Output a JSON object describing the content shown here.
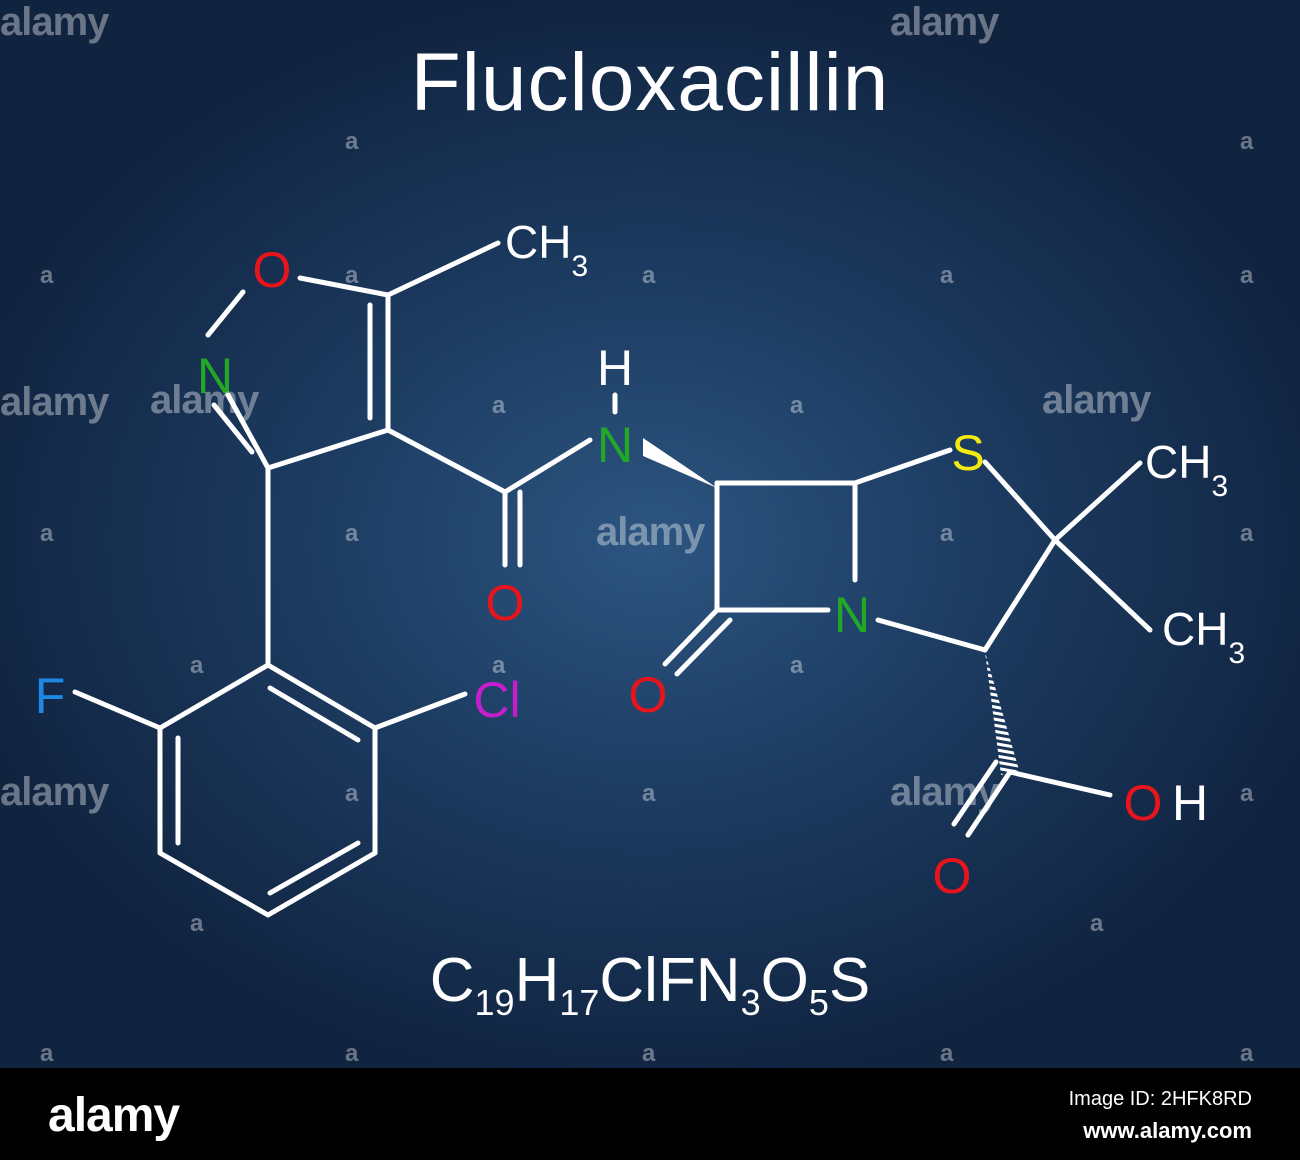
{
  "title": "Flucloxacillin",
  "formula": {
    "parts": [
      "C",
      "19",
      "H",
      "17",
      "ClFN",
      "3",
      "O",
      "5",
      "S"
    ]
  },
  "atoms": {
    "isoxazole_o": "O",
    "isoxazole_n": "N",
    "amide_n": "N",
    "amide_h": "H",
    "amide_o": "O",
    "thiazolidine_s": "S",
    "beta_lactam_n": "N",
    "beta_lactam_o": "O",
    "acid_o_double": "O",
    "acid_oh_o": "O",
    "acid_oh_h": "H",
    "fluorine": "F",
    "chlorine": "Cl"
  },
  "groups": {
    "methyl_isoxazole": {
      "base": "CH",
      "sub": "3"
    },
    "methyl_top": {
      "base": "CH",
      "sub": "3"
    },
    "methyl_bottom": {
      "base": "CH",
      "sub": "3"
    }
  },
  "colors": {
    "oxygen": "#e8141b",
    "nitrogen": "#22a827",
    "sulfur": "#f2ea10",
    "fluorine": "#1e88e5",
    "chlorine": "#c41fcf",
    "bonds": "#ffffff",
    "background": "#1d3c62"
  },
  "watermark": {
    "brand": "alamy",
    "mark": "a"
  },
  "footer": {
    "logo": "alamy",
    "image_id": "Image ID: 2HFK8RD",
    "url": "www.alamy.com"
  }
}
